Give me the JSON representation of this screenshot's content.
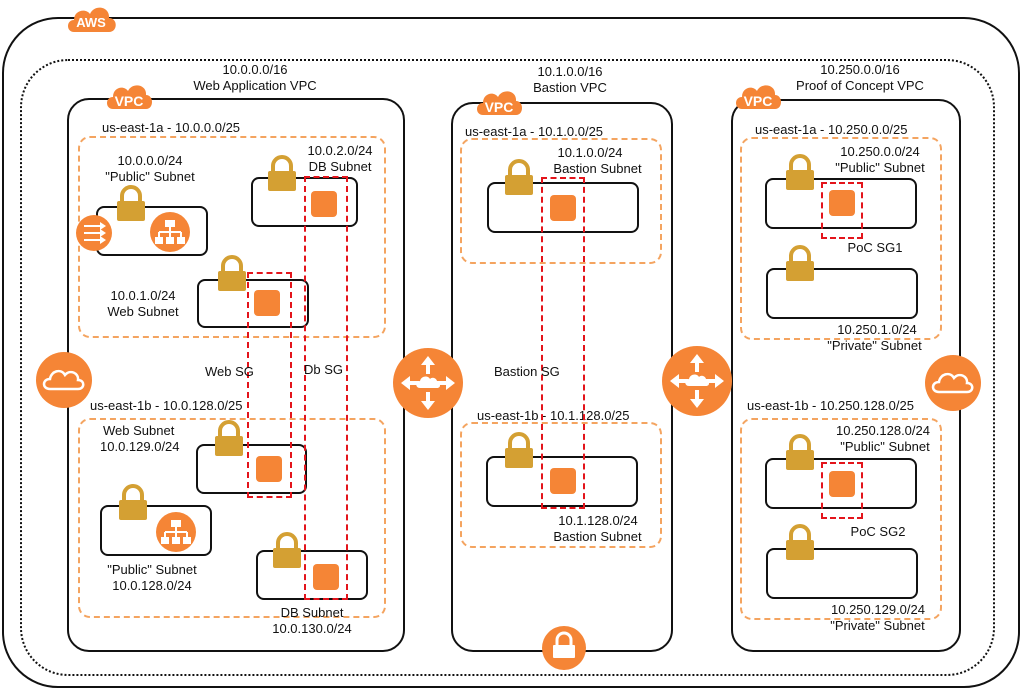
{
  "aws": {
    "badge": "AWS"
  },
  "vpcs": [
    {
      "badge": "VPC",
      "cidr": "10.0.0.0/16",
      "name": "Web Application VPC"
    },
    {
      "badge": "VPC",
      "cidr": "10.1.0.0/16",
      "name": "Bastion VPC"
    },
    {
      "badge": "VPC",
      "cidr": "10.250.0.0/16",
      "name": "Proof of Concept VPC"
    }
  ],
  "web_vpc": {
    "az1_label": "us-east-1a - 10.0.0.0/25",
    "az2_label": "us-east-1b - 10.0.128.0/25",
    "public1_cidr": "10.0.0.0/24",
    "public1_name": "\"Public\" Subnet",
    "db1_cidr": "10.0.2.0/24",
    "db1_name": "DB Subnet",
    "web1_cidr": "10.0.1.0/24",
    "web1_name": "Web Subnet",
    "web_sg": "Web SG",
    "db_sg": "Db SG",
    "web2_name": "Web Subnet",
    "web2_cidr": "10.0.129.0/24",
    "public2_name": "\"Public\" Subnet",
    "public2_cidr": "10.0.128.0/24",
    "db2_name": "DB Subnet",
    "db2_cidr": "10.0.130.0/24"
  },
  "bastion_vpc": {
    "az1_label": "us-east-1a - 10.1.0.0/25",
    "az2_label": "us-east-1b - 10.1.128.0/25",
    "sub1_cidr": "10.1.0.0/24",
    "sub1_name": "Bastion Subnet",
    "sg": "Bastion SG",
    "sub2_cidr": "10.1.128.0/24",
    "sub2_name": "Bastion Subnet"
  },
  "poc_vpc": {
    "az1_label": "us-east-1a - 10.250.0.0/25",
    "az2_label": "us-east-1b - 10.250.128.0/25",
    "pub1_cidr": "10.250.0.0/24",
    "pub1_name": "\"Public\" Subnet",
    "sg1": "PoC SG1",
    "priv1_cidr": "10.250.1.0/24",
    "priv1_name": "\"Private\" Subnet",
    "pub2_cidr": "10.250.128.0/24",
    "pub2_name": "\"Public\" Subnet",
    "sg2": "PoC SG2",
    "priv2_cidr": "10.250.129.0/24",
    "priv2_name": "\"Private\" Subnet"
  },
  "icons": {
    "accent": "#f58536",
    "lock": "#d4a033",
    "sg_border": "#e3141b",
    "az_border": "#f4a460"
  }
}
